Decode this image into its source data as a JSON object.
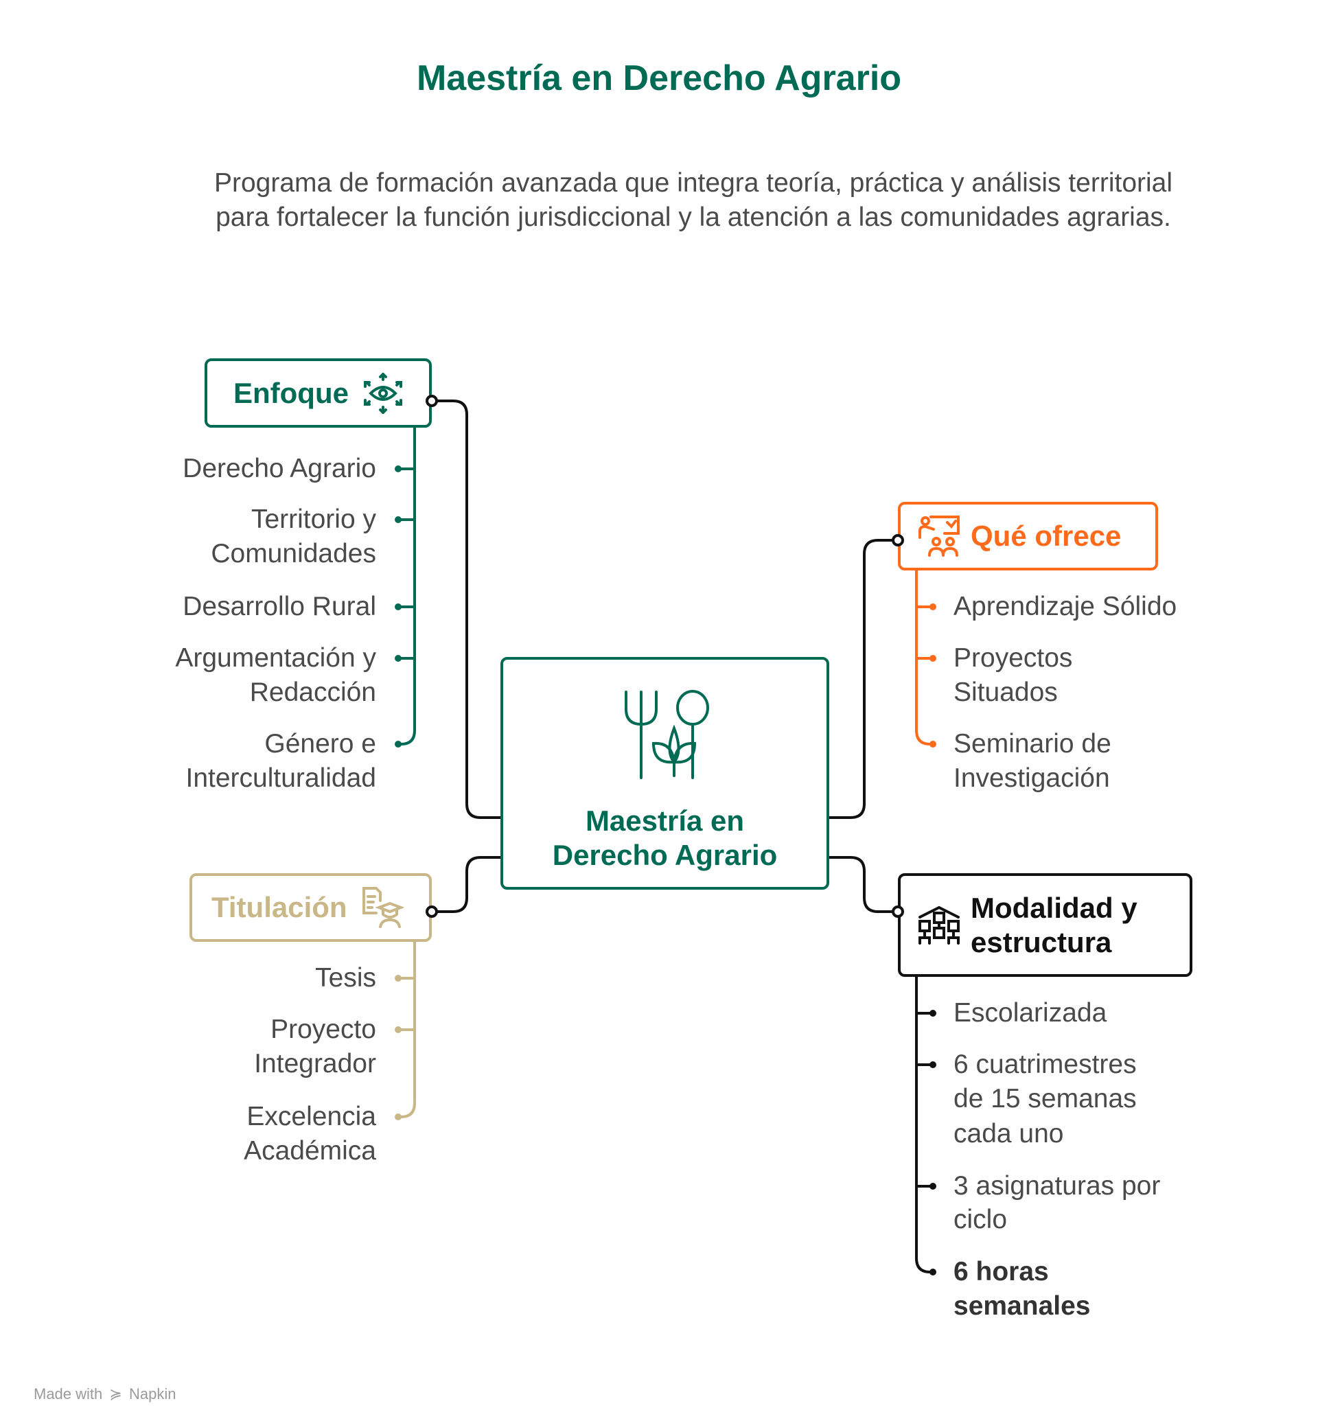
{
  "title": "Maestría en Derecho Agrario",
  "subtitle": "Programa de formación avanzada que integra teoría, práctica y análisis territorial para fortalecer la función jurisdiccional y la atención a las comunidades agrarias.",
  "center": {
    "label_line1": "Maestría en",
    "label_line2": "Derecho Agrario",
    "icon": "fork-spoon-plant-icon"
  },
  "colors": {
    "green": "#006B54",
    "orange": "#FF6B1A",
    "tan": "#C9B787",
    "black": "#111111"
  },
  "branches": {
    "enfoque": {
      "label": "Enfoque",
      "icon": "eye-focus-icon",
      "items": [
        "Derecho Agrario",
        "Territorio y",
        "Comunidades",
        "Desarrollo Rural",
        "Argumentación y",
        "Redacción",
        "Género e",
        "Interculturalidad"
      ]
    },
    "titulacion": {
      "label": "Titulación",
      "icon": "graduate-document-icon",
      "items": [
        "Tesis",
        "Proyecto",
        "Integrador",
        "Excelencia",
        "Académica"
      ]
    },
    "que_ofrece": {
      "label": "Qué ofrece",
      "icon": "teacher-group-icon",
      "items": [
        "Aprendizaje Sólido",
        "Proyectos",
        "Situados",
        "Seminario de",
        "Investigación"
      ]
    },
    "modalidad": {
      "label_line1": "Modalidad y",
      "label_line2": "estructura",
      "icon": "structure-hierarchy-icon",
      "items": [
        "Escolarizada",
        "6 cuatrimestres",
        "de 15 semanas",
        "cada uno",
        "3 asignaturas por",
        "ciclo",
        "6 horas",
        "semanales"
      ]
    }
  },
  "footer": {
    "made_with": "Made with",
    "brand": "Napkin"
  }
}
